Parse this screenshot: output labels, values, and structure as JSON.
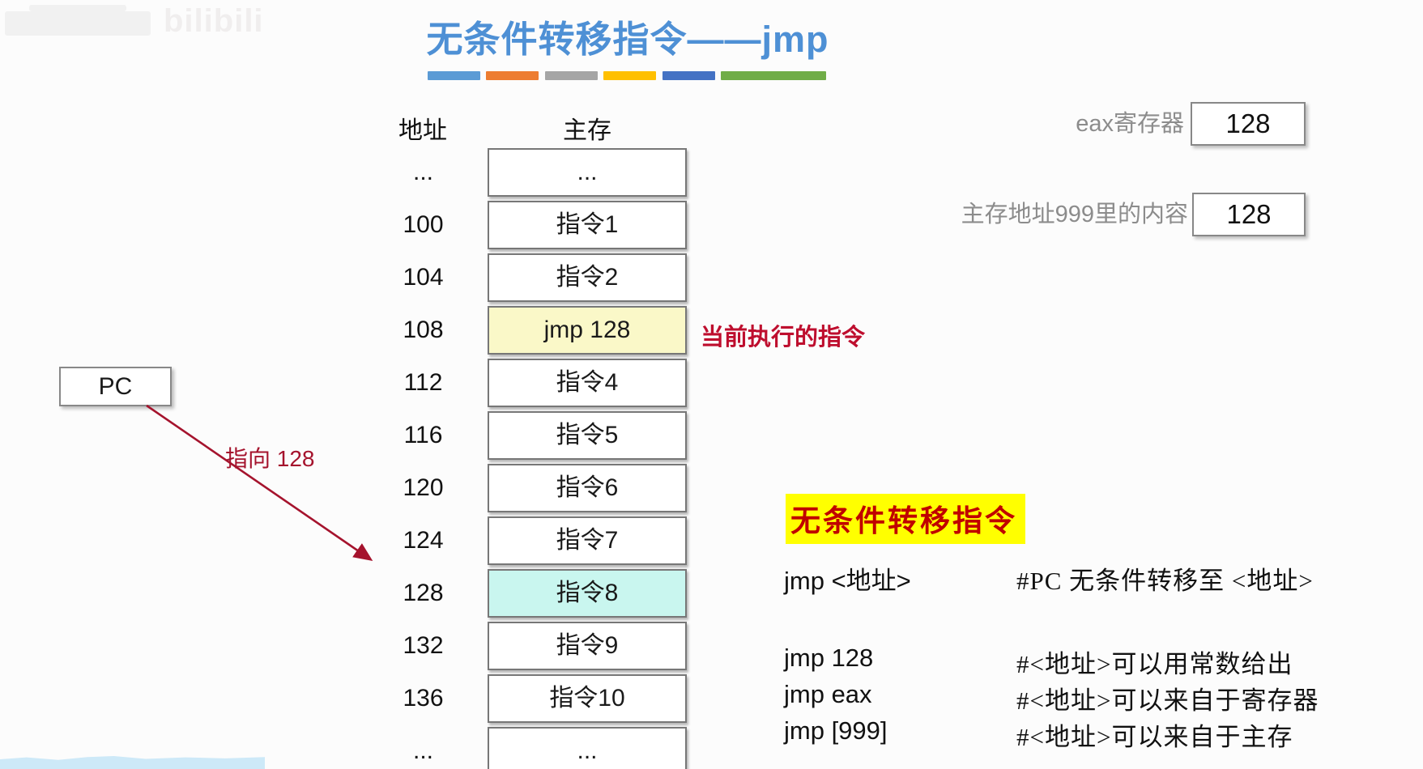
{
  "watermark": {
    "logo": "bilibili"
  },
  "title": {
    "text": "无条件转移指令——jmp"
  },
  "theme": {
    "title_color": "#4E90D5",
    "bar_colors": [
      "#5B9BD5",
      "#ED7D31",
      "#A5A5A5",
      "#FFC000",
      "#4472C4",
      "#70AD47"
    ],
    "annotation_red": "#BE0E2E",
    "arrow_red": "#A5132D",
    "highlight_current": "#FAF8C8",
    "highlight_target": "#C9F6EF",
    "legend_heading_bg": "#FFFF00",
    "legend_heading_color": "#C00000",
    "label_gray": "#8C8C8C",
    "bottom_strip_blue": "#CDE9F8"
  },
  "memory": {
    "address_header": "地址",
    "column_header": "主存",
    "rows": [
      {
        "address": "...",
        "content": "...",
        "highlight": "none"
      },
      {
        "address": "100",
        "content": "指令1",
        "highlight": "none"
      },
      {
        "address": "104",
        "content": "指令2",
        "highlight": "none"
      },
      {
        "address": "108",
        "content": "jmp 128",
        "highlight": "current"
      },
      {
        "address": "112",
        "content": "指令4",
        "highlight": "none"
      },
      {
        "address": "116",
        "content": "指令5",
        "highlight": "none"
      },
      {
        "address": "120",
        "content": "指令6",
        "highlight": "none"
      },
      {
        "address": "124",
        "content": "指令7",
        "highlight": "none"
      },
      {
        "address": "128",
        "content": "指令8",
        "highlight": "target"
      },
      {
        "address": "132",
        "content": "指令9",
        "highlight": "none"
      },
      {
        "address": "136",
        "content": "指令10",
        "highlight": "none"
      },
      {
        "address": "...",
        "content": "...",
        "highlight": "none"
      }
    ]
  },
  "pc": {
    "label": "PC",
    "arrow_label": "指向 128"
  },
  "current_instruction_note": "当前执行的指令",
  "registers": [
    {
      "label": "eax寄存器",
      "value": "128"
    },
    {
      "label": "主存地址999里的内容",
      "value": "128"
    }
  ],
  "legend": {
    "heading": "无条件转移指令",
    "lines": [
      {
        "code": "jmp <地址>",
        "comment": "#PC 无条件转移至 <地址>"
      },
      {
        "code": "jmp 128",
        "comment": "#<地址>可以用常数给出"
      },
      {
        "code": "jmp eax",
        "comment": "#<地址>可以来自于寄存器"
      },
      {
        "code": "jmp [999]",
        "comment": "#<地址>可以来自于主存"
      }
    ]
  }
}
